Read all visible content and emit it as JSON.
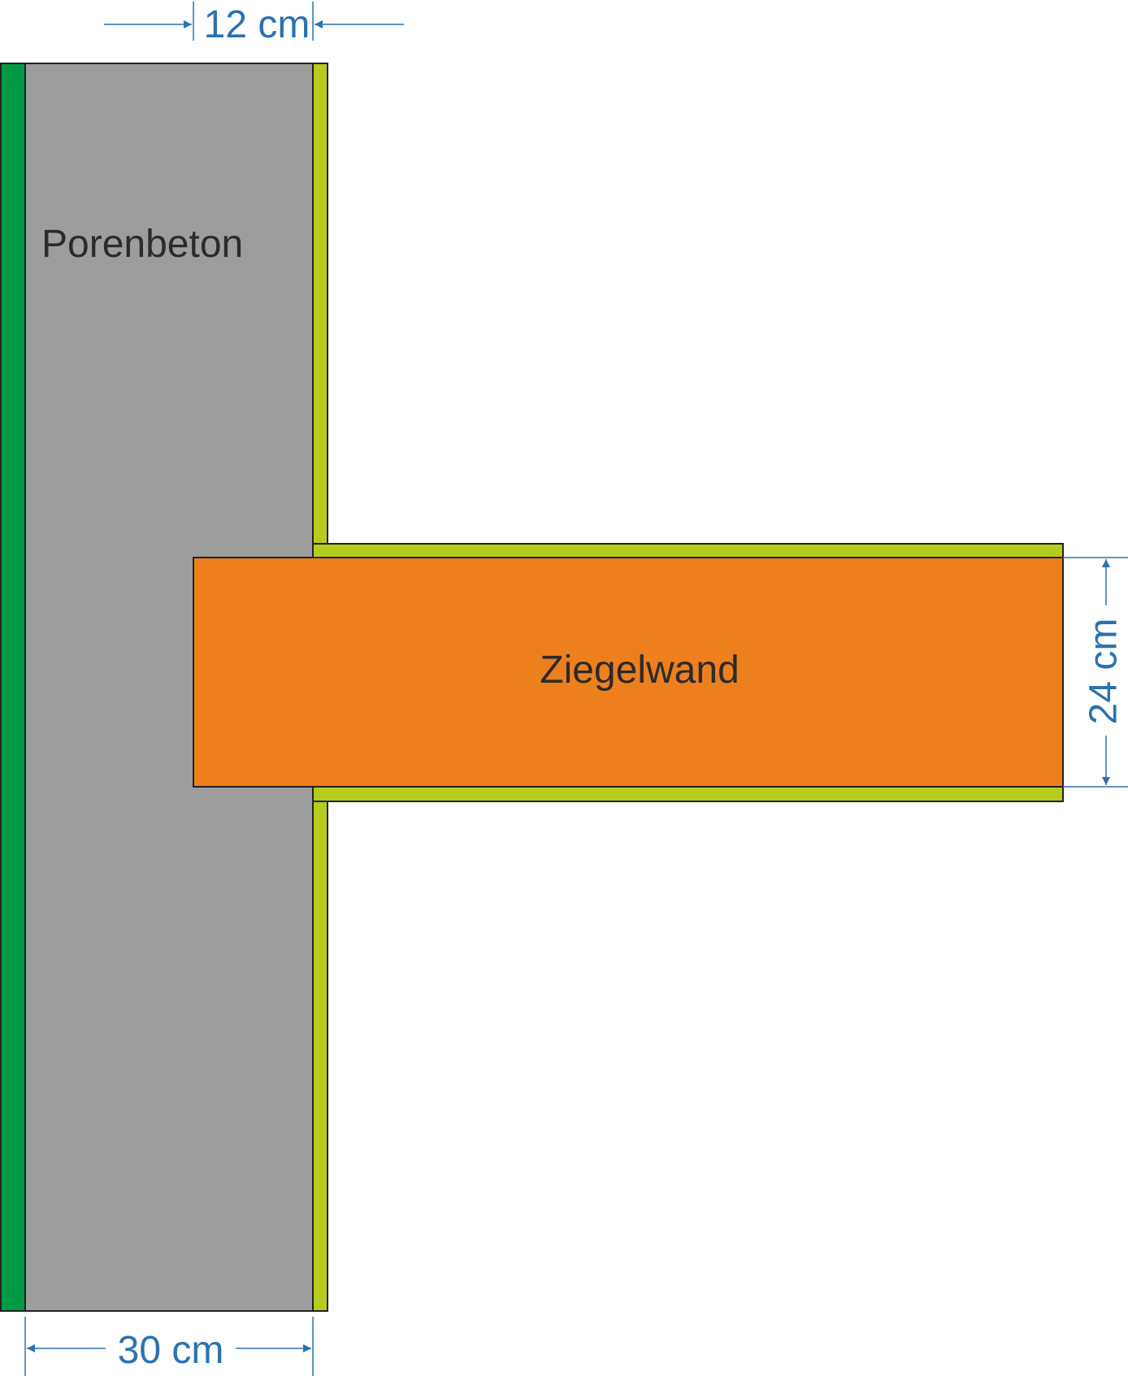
{
  "colors": {
    "porenbeton": "#9c9d9c",
    "ziegel": "#ee7f1d",
    "plaster_inner": "#b5cc1c",
    "plaster_outer": "#009a45",
    "dimension": "#2a72b0",
    "outline": "#222222"
  },
  "labels": {
    "porenbeton": "Porenbeton",
    "ziegelwand": "Ziegelwand"
  },
  "dimensions": {
    "top": "12 cm",
    "bottom": "30 cm",
    "right": "24 cm"
  }
}
